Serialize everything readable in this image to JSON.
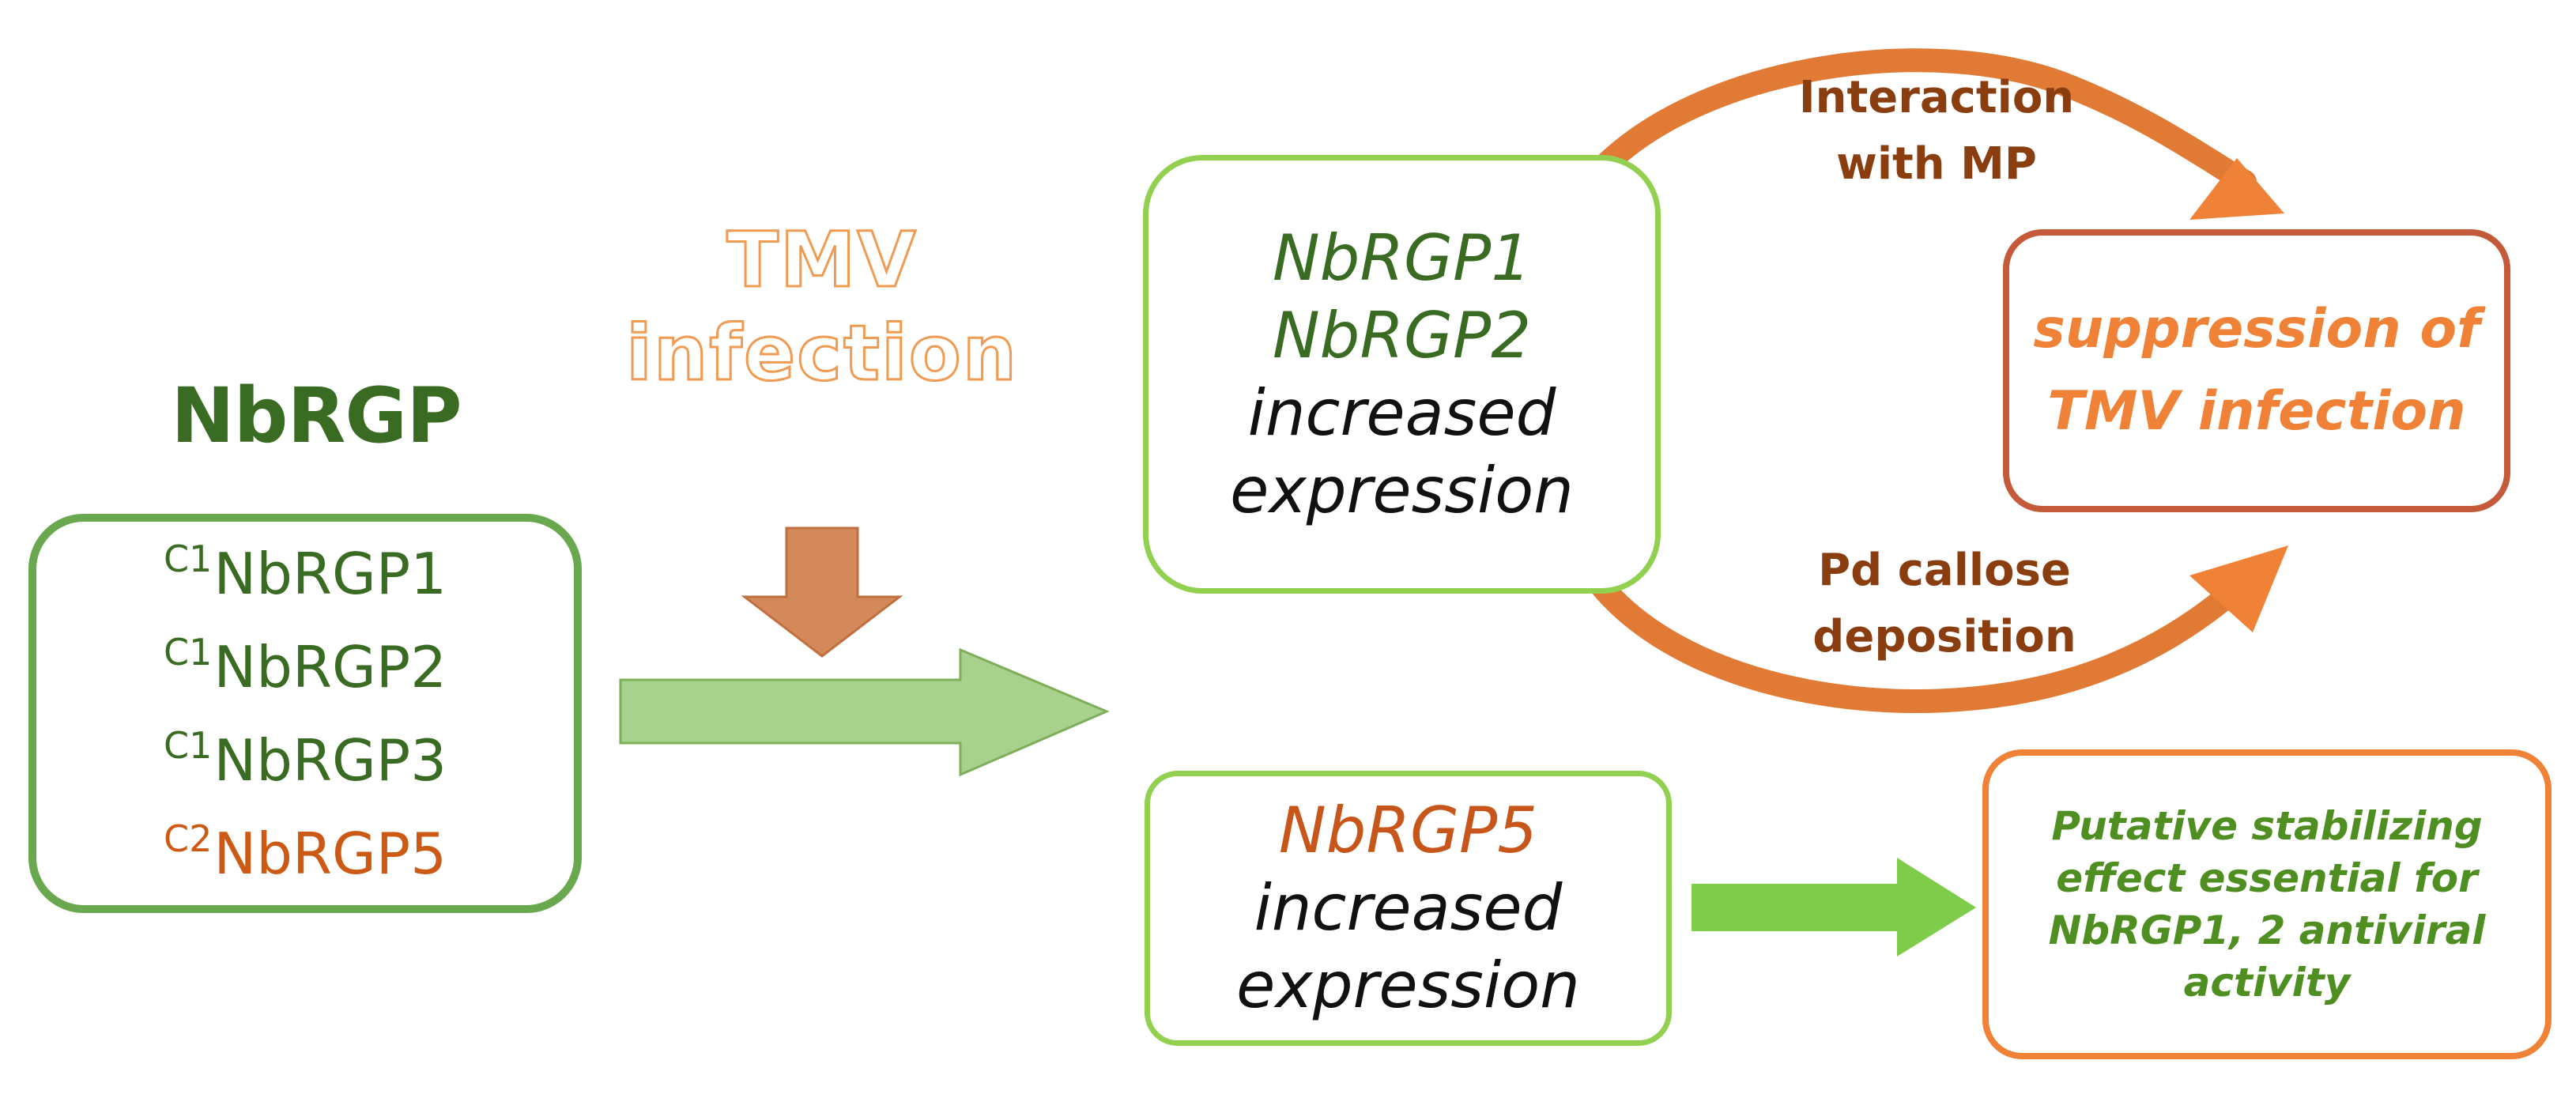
{
  "title": "NbRGP",
  "family": [
    {
      "sup": "C1",
      "name": "NbRGP1",
      "class": "C1"
    },
    {
      "sup": "C1",
      "name": "NbRGP2",
      "class": "C1"
    },
    {
      "sup": "C1",
      "name": "NbRGP3",
      "class": "C1"
    },
    {
      "sup": "C2",
      "name": "NbRGP5",
      "class": "C2"
    }
  ],
  "trigger": {
    "line1": "TMV",
    "line2": "infection"
  },
  "upper_box": {
    "gene1": "NbRGP1",
    "gene2": "NbRGP2",
    "line3": "increased",
    "line4": "expression"
  },
  "lower_box": {
    "gene": "NbRGP5",
    "line2": "increased",
    "line3": "expression"
  },
  "top_arc_label": {
    "line1": "Interaction",
    "line2": "with MP"
  },
  "bottom_arc_label": {
    "line1": "Pd callose",
    "line2": "deposition"
  },
  "outcome": {
    "line1": "suppression of",
    "line2": "TMV infection"
  },
  "putative": {
    "line1": "Putative stabilizing",
    "line2": "effect essential for",
    "line3": "NbRGP1, 2 antiviral",
    "line4": "activity"
  },
  "colors": {
    "dark_green": "#3a6b22",
    "light_green": "#a9d18e",
    "bright_green": "#7fcc4b",
    "brown_arrow": "#d4895a",
    "orange": "#ef8237",
    "dark_orange": "#c8561a",
    "label_brown": "#8a3e10"
  }
}
